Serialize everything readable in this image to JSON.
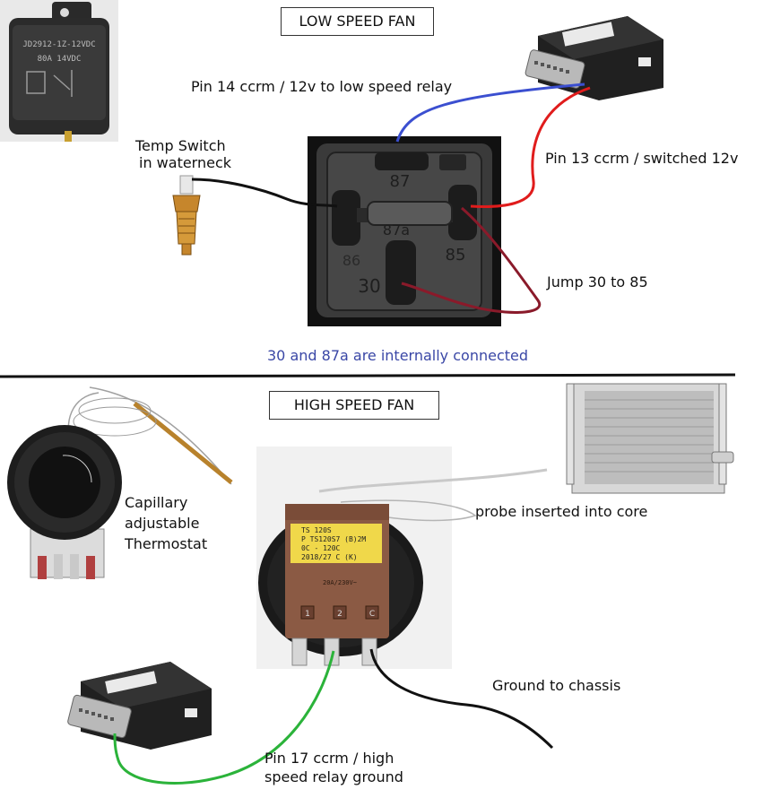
{
  "title_low": "LOW SPEED FAN",
  "title_high": "HIGH SPEED FAN",
  "labels": {
    "pin14": "Pin 14 ccrm / 12v to low speed relay",
    "temp_switch_l1": "Temp Switch",
    "temp_switch_l2": "in waterneck",
    "pin13": "Pin 13 ccrm / switched 12v",
    "jump": "Jump 30 to 85",
    "internal": "30 and 87a are internally connected",
    "cap_l1": "Capillary",
    "cap_l2": "adjustable",
    "cap_l3": "Thermostat",
    "probe": "probe inserted into core",
    "ground": "Ground to chassis",
    "pin17_l1": "Pin 17 ccrm / high",
    "pin17_l2": "speed relay ground"
  },
  "relay_pins": {
    "p87": "87",
    "p87a": "87a",
    "p85": "85",
    "p30": "30",
    "p86": "86"
  },
  "relay_photo_text": {
    "model": "JD2912-1Z-12VDC",
    "rating": "80A 14VDC"
  },
  "thermostat_label": {
    "model": "TS 120S",
    "line2": "P TS120S7 (B)2M",
    "range": "0C - 120C",
    "date": "2018/27 C (K)",
    "rating": "20A/230V~",
    "term1": "1",
    "term2": "2",
    "term3": "C"
  },
  "colors": {
    "blue_wire": "#3b4fd0",
    "red_wire": "#e01c1c",
    "dark_red_wire": "#8a1a2a",
    "green_wire": "#2bb33a",
    "black_wire": "#111111",
    "divider": "#111111",
    "note_text": "#3a47a6"
  }
}
